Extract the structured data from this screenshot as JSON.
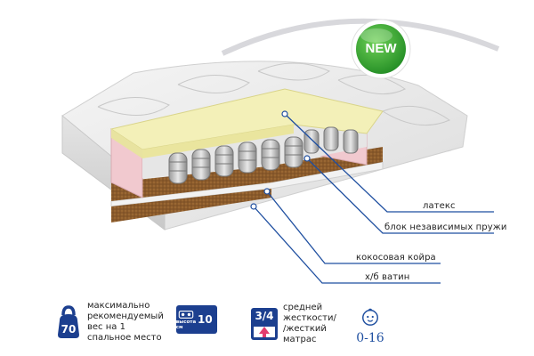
{
  "badge": {
    "text": "NEW",
    "color": "#3aa334"
  },
  "callouts": [
    {
      "id": "latex",
      "label": "латекс"
    },
    {
      "id": "springs",
      "label": "блок независимых пружи"
    },
    {
      "id": "coconut",
      "label": "кокосовая койра"
    },
    {
      "id": "batting",
      "label": "х/б ватин"
    }
  ],
  "features": {
    "max_weight": {
      "value": "70",
      "lines": [
        "максимально",
        "рекомендуемый",
        "вес на 1",
        "спальное место"
      ]
    },
    "height": {
      "value": "10",
      "label": "высота см"
    },
    "firmness": {
      "value": "3/4",
      "lines": [
        "средней",
        "жесткости/",
        "/жесткий",
        "матрас"
      ]
    },
    "age": {
      "value": "0-16"
    }
  },
  "colors": {
    "brand_blue": "#1c3f8f",
    "line_blue": "#1f4fa0"
  }
}
